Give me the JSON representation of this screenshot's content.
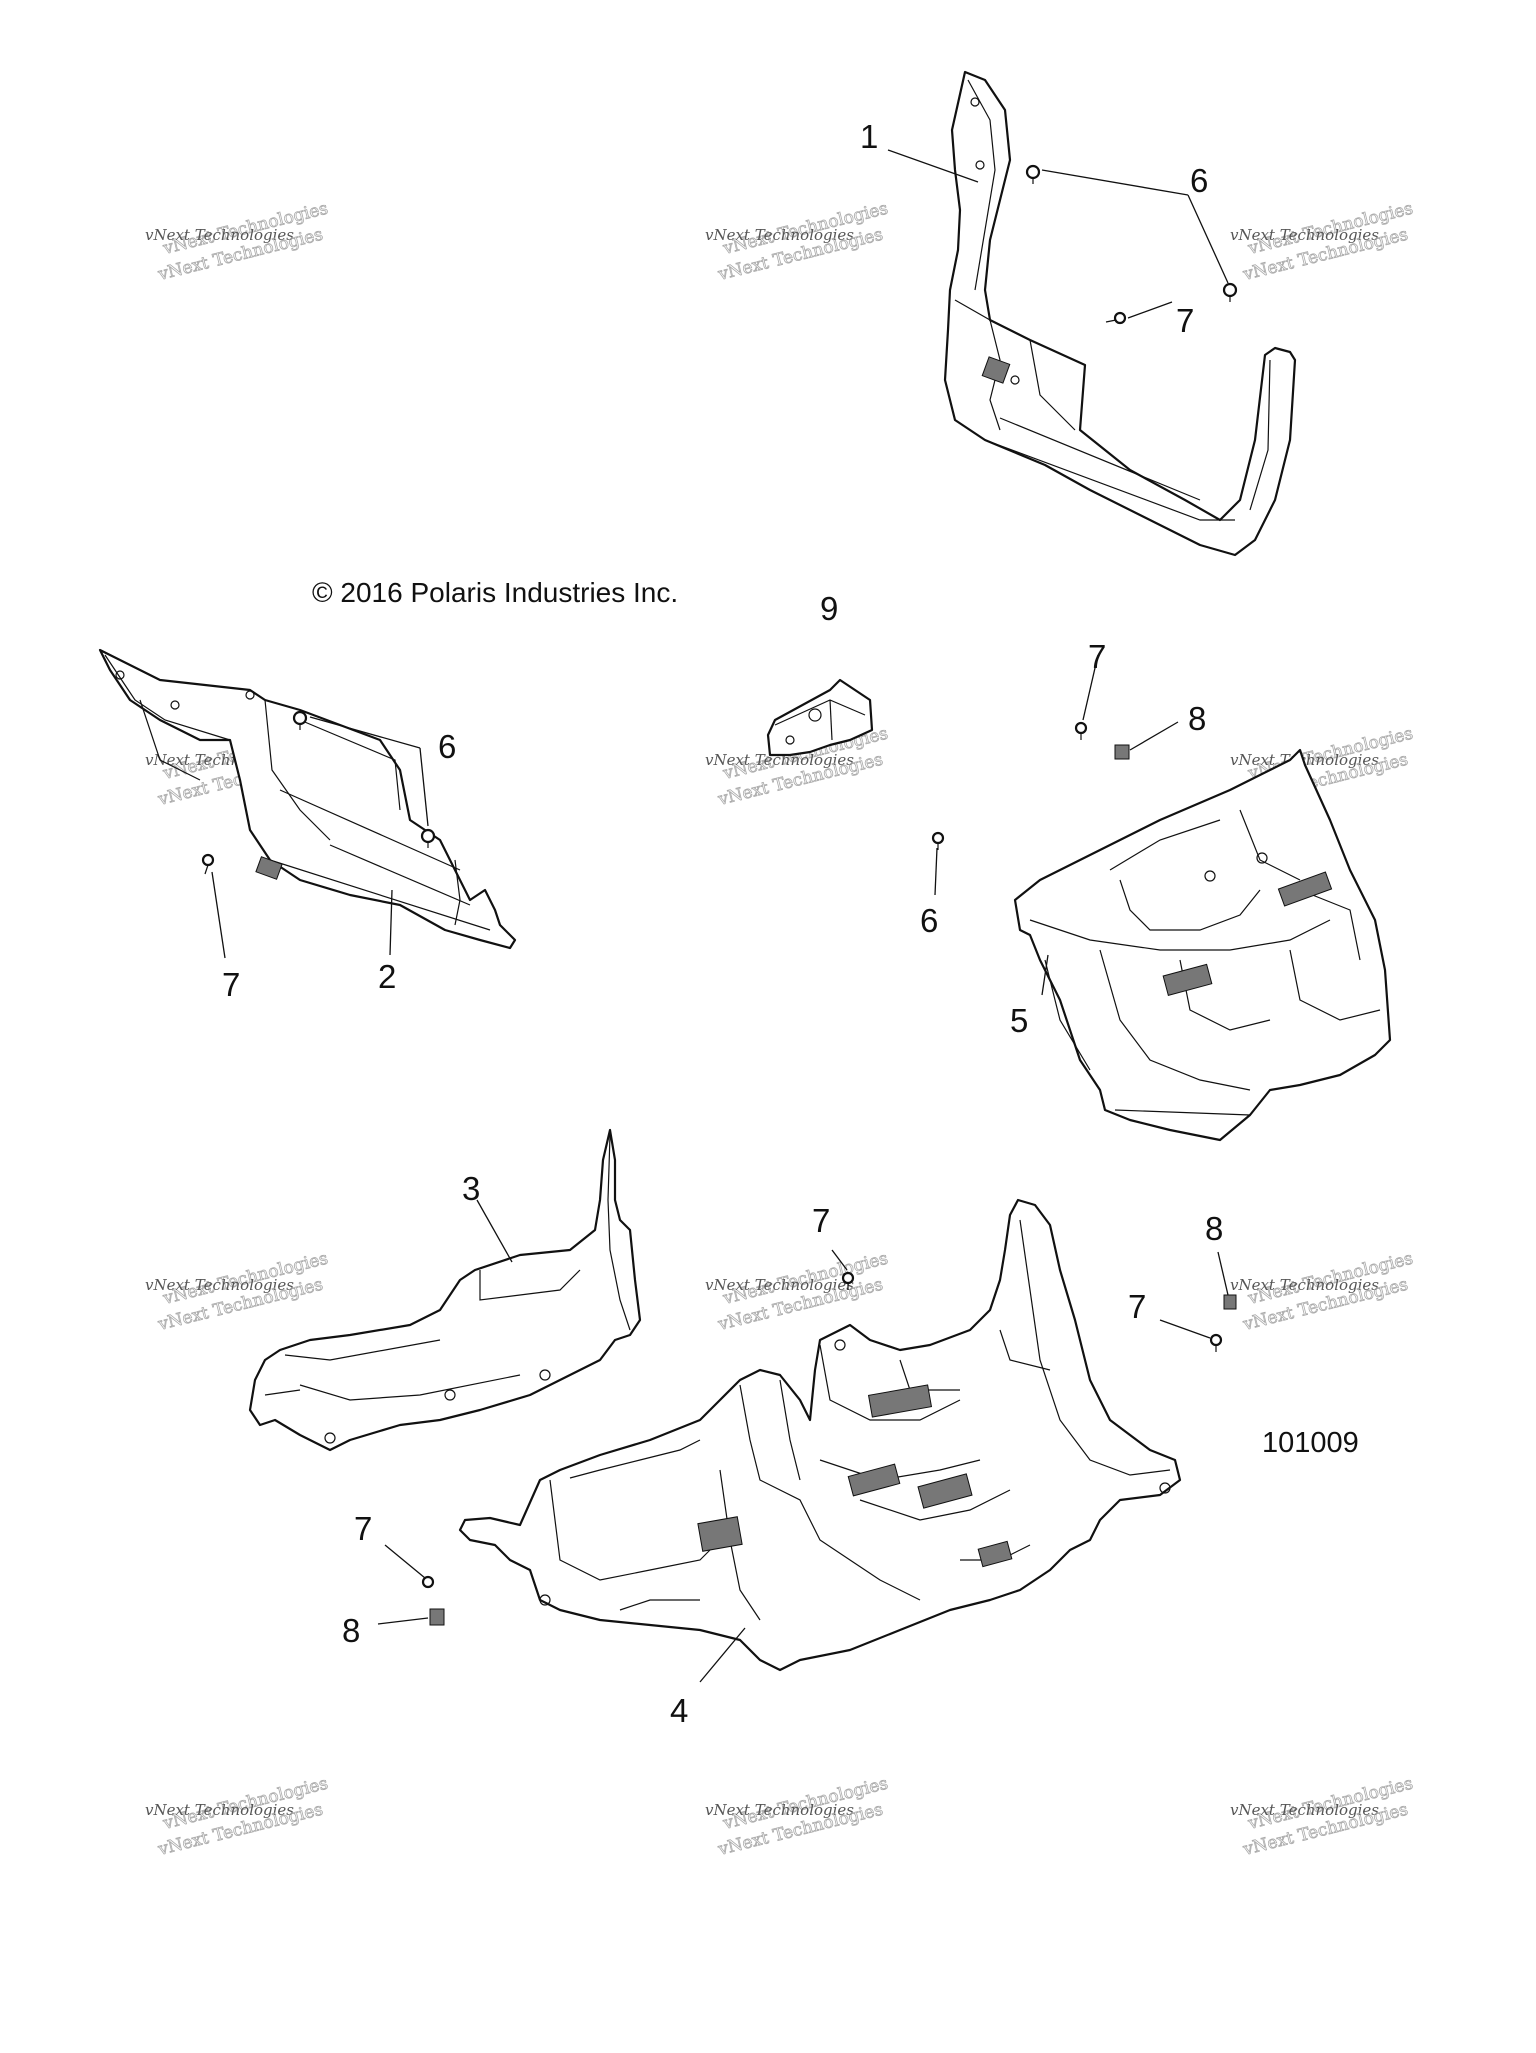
{
  "diagram": {
    "copyright": "© 2016 Polaris Industries Inc.",
    "part_number": "101009",
    "watermark": {
      "line1": "vNext Technologies",
      "line2": "vNext Technologies"
    },
    "callouts": [
      {
        "id": "c1",
        "label": "1"
      },
      {
        "id": "c6a",
        "label": "6"
      },
      {
        "id": "c7a",
        "label": "7"
      },
      {
        "id": "c9",
        "label": "9"
      },
      {
        "id": "c6b",
        "label": "6"
      },
      {
        "id": "c7b",
        "label": "7"
      },
      {
        "id": "c2",
        "label": "2"
      },
      {
        "id": "c7c",
        "label": "7"
      },
      {
        "id": "c8a",
        "label": "8"
      },
      {
        "id": "c6c",
        "label": "6"
      },
      {
        "id": "c5",
        "label": "5"
      },
      {
        "id": "c3",
        "label": "3"
      },
      {
        "id": "c7d",
        "label": "7"
      },
      {
        "id": "c8b",
        "label": "8"
      },
      {
        "id": "c7e",
        "label": "7"
      },
      {
        "id": "c7f",
        "label": "7"
      },
      {
        "id": "c8c",
        "label": "8"
      },
      {
        "id": "c4",
        "label": "4"
      }
    ]
  }
}
